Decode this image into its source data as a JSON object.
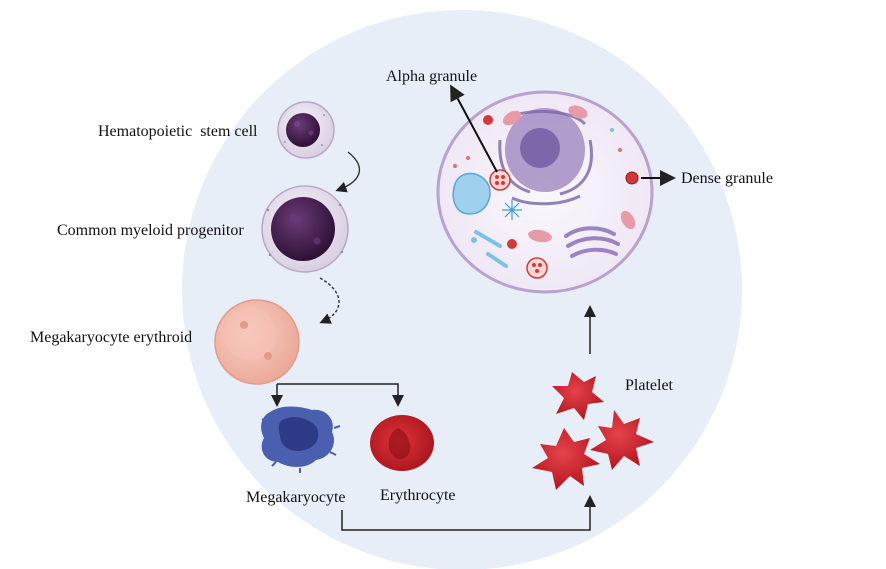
{
  "diagram": {
    "title": "Platelet formation from hematopoietic stem cell",
    "labels": {
      "hematopoietic_stem_cell": "Hematopoietic  stem cell",
      "common_myeloid_progenitor": "Common myeloid progenitor",
      "megakaryocyte_erythroid": "Megakaryocyte erythroid",
      "megakaryocyte": "Megakaryocyte",
      "erythrocyte": "Erythrocyte",
      "platelet": "Platelet",
      "alpha_granule": "Alpha granule",
      "dense_granule": "Dense granule"
    },
    "colors": {
      "background_circle": "#e8eef8",
      "stem_nucleus": "#3f1f4a",
      "progenitor_nucleus": "#3c1a45",
      "erythroid_cell": "#f3b6a8",
      "megakaryocyte": "#4a5fb0",
      "erythrocyte": "#c8202a",
      "platelet": "#d0282c",
      "platelet_cell_membrane": "#b9a0d0",
      "arrow": "#222222"
    }
  }
}
